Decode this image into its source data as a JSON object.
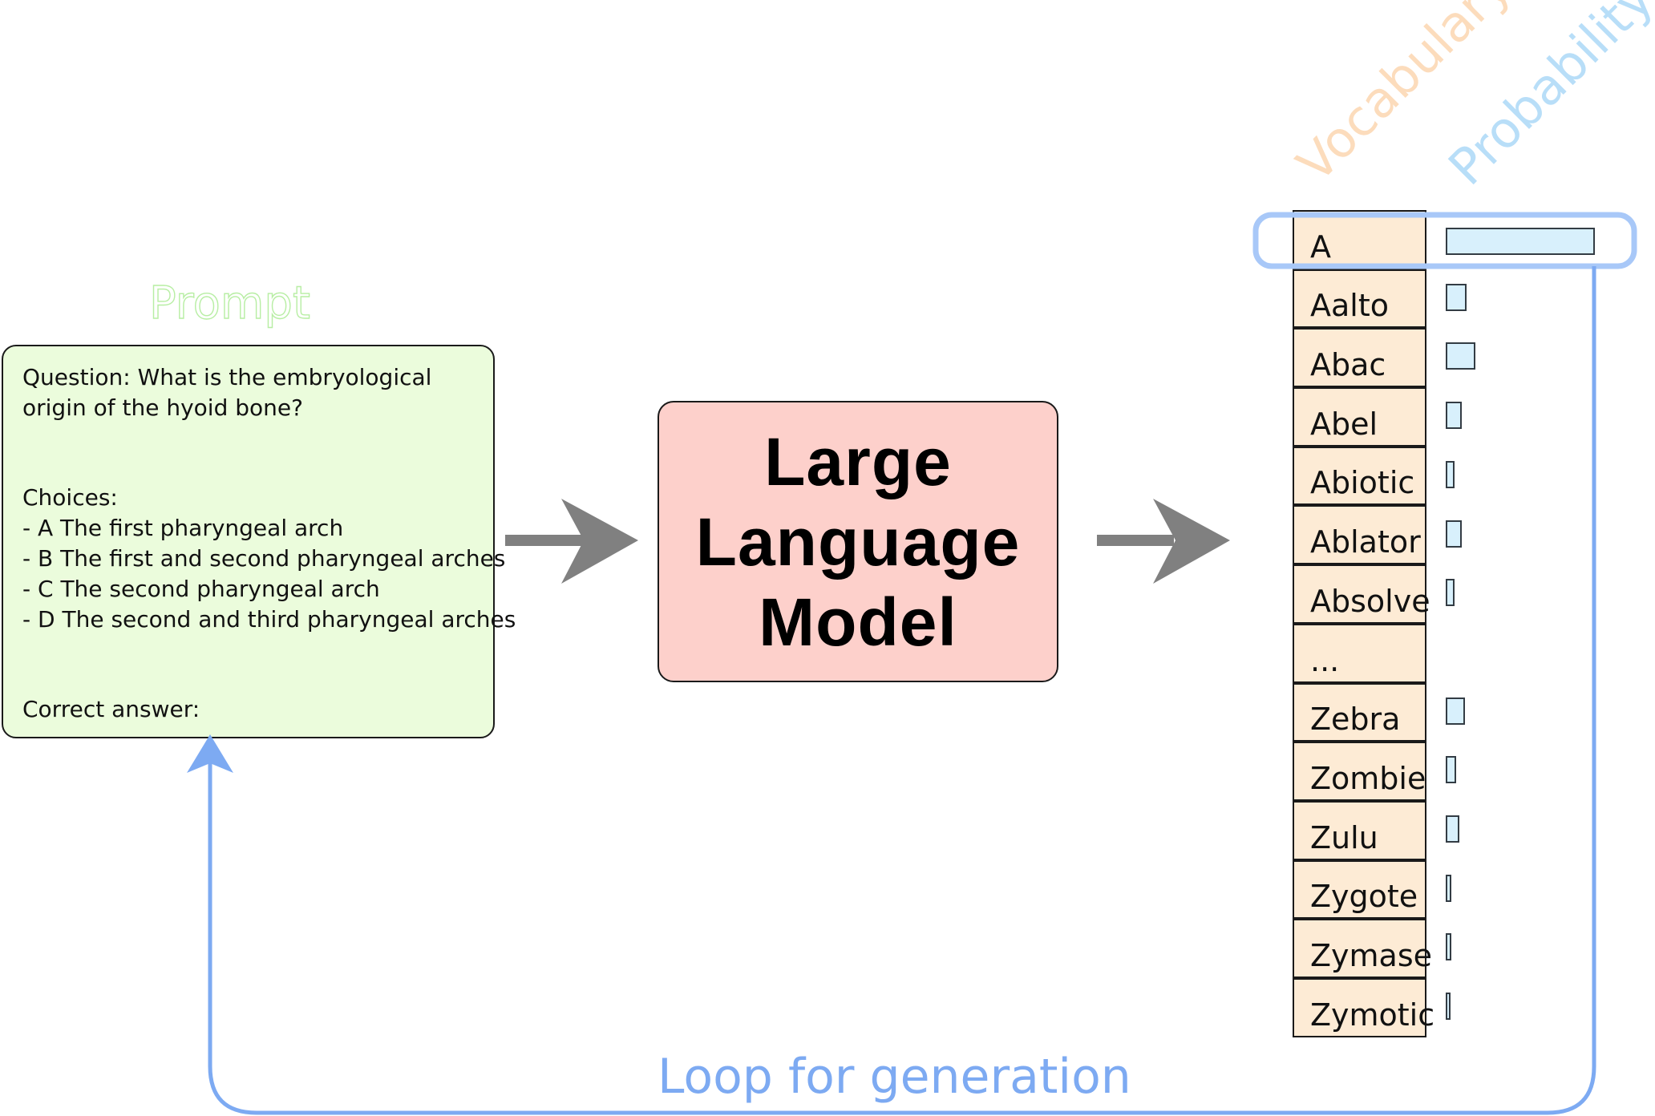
{
  "prompt": {
    "title": "Prompt",
    "question_line1": "Question: What is the embryological",
    "question_line2": "origin of the hyoid bone?",
    "choices_header": "Choices:",
    "choices": [
      "- A The first pharyngeal arch",
      "- B The first and second pharyngeal arches",
      "- C The second pharyngeal arch",
      "- D The second and third pharyngeal arches"
    ],
    "answer_prompt": "Correct answer:"
  },
  "model": {
    "lines": [
      "Large",
      "Language",
      "Model"
    ]
  },
  "column_labels": {
    "vocabulary": "Vocabulary",
    "probability": "Probability"
  },
  "vocabulary": [
    {
      "token": "A",
      "probability": 1.0,
      "selected": true
    },
    {
      "token": "Aalto",
      "probability": 0.14
    },
    {
      "token": "Abac",
      "probability": 0.2
    },
    {
      "token": "Abel",
      "probability": 0.11
    },
    {
      "token": "Abiotic",
      "probability": 0.06
    },
    {
      "token": "Ablator",
      "probability": 0.11
    },
    {
      "token": "Absolve",
      "probability": 0.06
    },
    {
      "token": "...",
      "probability": null
    },
    {
      "token": "Zebra",
      "probability": 0.13
    },
    {
      "token": "Zombie",
      "probability": 0.07
    },
    {
      "token": "Zulu",
      "probability": 0.09
    },
    {
      "token": "Zygote",
      "probability": 0.035
    },
    {
      "token": "Zymase",
      "probability": 0.04
    },
    {
      "token": "Zymotic",
      "probability": 0.03
    }
  ],
  "loop_label": "Loop for generation",
  "colors": {
    "prompt_fill": "#ebfcdc",
    "model_fill": "#fdd0cb",
    "vocab_fill": "#fdebd5",
    "prob_fill": "#d8f0fc",
    "loop": "#7daaf2",
    "arrow": "#808080",
    "vocab_label": "#fcdcbc",
    "prob_label": "#b8def8"
  }
}
